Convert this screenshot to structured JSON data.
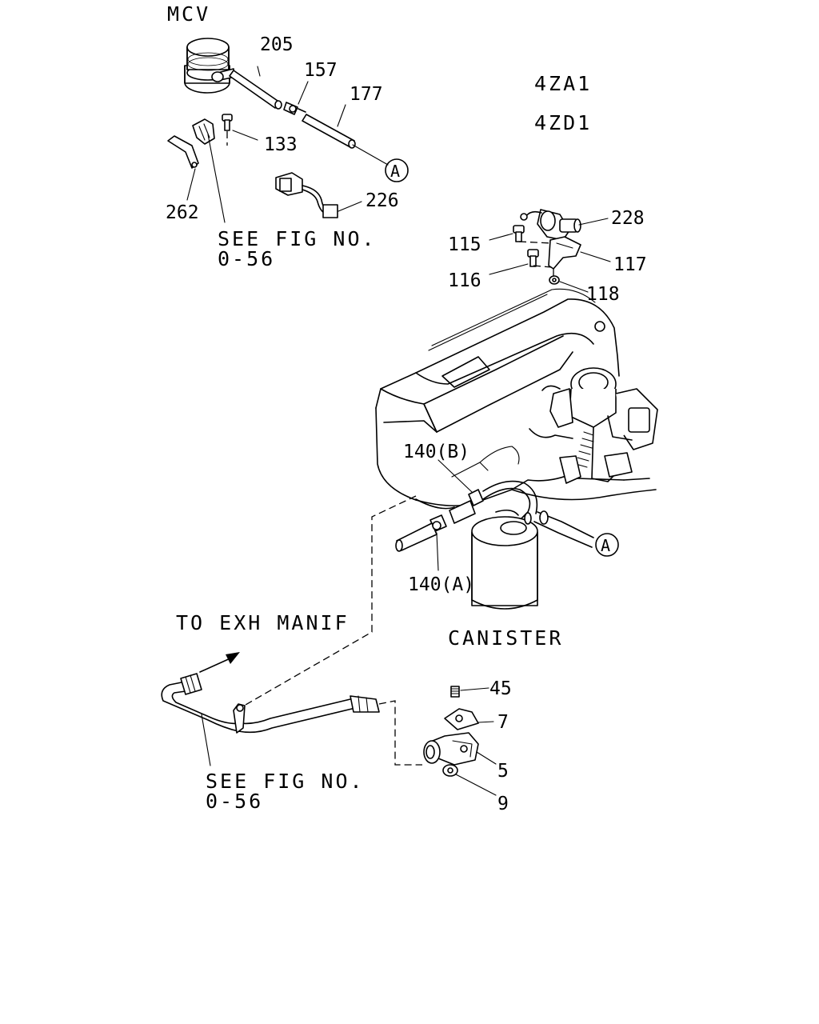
{
  "headings": {
    "mcv": "MCV",
    "model_1": "4ZA1",
    "model_2": "4ZD1",
    "to_exh_manif": "TO EXH MANIF",
    "canister": "CANISTER"
  },
  "references": {
    "see_fig_top_line1": "SEE FIG NO.",
    "see_fig_top_line2": "0-56",
    "see_fig_bottom_line1": "SEE FIG NO.",
    "see_fig_bottom_line2": "0-56",
    "connector_a": "A"
  },
  "callouts": {
    "p205": "205",
    "p157": "157",
    "p177": "177",
    "p133": "133",
    "p262": "262",
    "p226": "226",
    "p228": "228",
    "p115": "115",
    "p117": "117",
    "p116": "116",
    "p118": "118",
    "p140b": "140(B)",
    "p140a": "140(A)",
    "p45": "45",
    "p7": "7",
    "p5": "5",
    "p9": "9"
  }
}
